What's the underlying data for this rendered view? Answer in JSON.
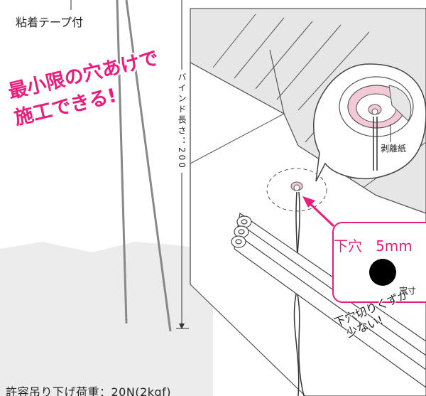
{
  "labels": {
    "adhesive_tape": "粘着テープ付",
    "bind_length": "バインド長さ：200",
    "promo_line1": "最小限の穴あけで",
    "promo_line2": "施工できる!",
    "release_paper": "剥離紙",
    "hole_title_a": "下穴",
    "hole_title_b": "5mm",
    "actual_size": "実寸",
    "less_debris_line1": "下穴切りくずが",
    "less_debris_line2": "少ない!",
    "load_note": "許容吊り下げ荷重：20N(2kgf)"
  },
  "colors": {
    "accent": "#ec1c7d",
    "ceiling": "#e6e6e6",
    "cushion": "#f4c9d6",
    "ground_shadow": "#ececec"
  }
}
